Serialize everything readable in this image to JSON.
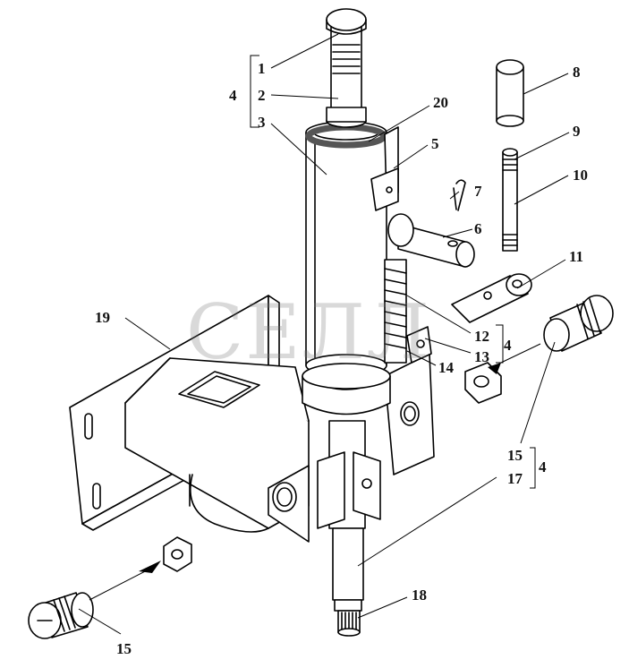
{
  "watermark": "СЕЛЛ",
  "callouts": {
    "c1": "1",
    "c2": "2",
    "c3": "3",
    "c4a": "4",
    "c4b": "4",
    "c4c": "4",
    "c5": "5",
    "c6": "6",
    "c7": "7",
    "c8": "8",
    "c9": "9",
    "c10": "10",
    "c11": "11",
    "c12": "12",
    "c13": "13",
    "c14": "14",
    "c15a": "15",
    "c15b": "15",
    "c17": "17",
    "c18": "18",
    "c19": "19",
    "c20": "20"
  }
}
